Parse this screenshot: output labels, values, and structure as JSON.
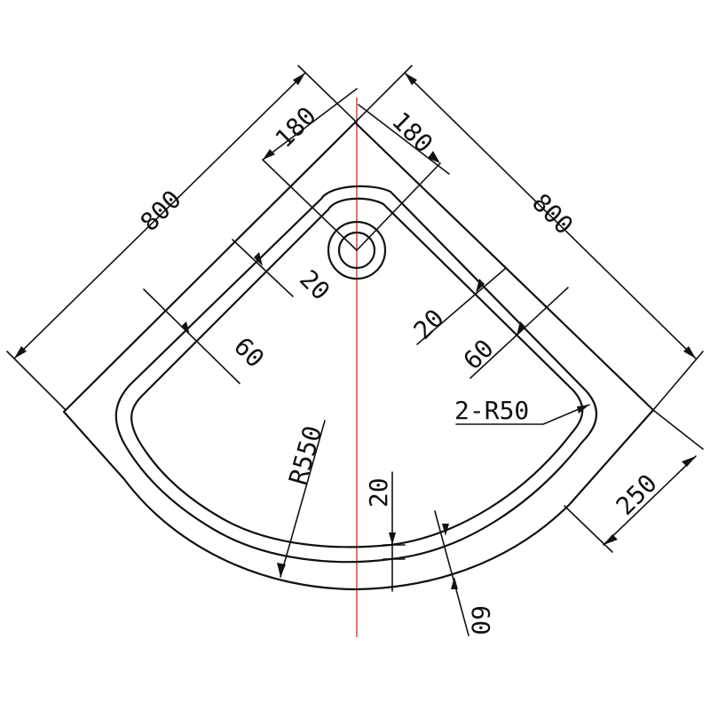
{
  "colors": {
    "line": "#111111",
    "centerline": "#e03030",
    "background": "#ffffff"
  },
  "dimensions": {
    "width_left": "800",
    "width_right": "800",
    "drain_offset_left": "180",
    "drain_offset_right": "180",
    "rim_left": "20",
    "rim_right": "20",
    "rim_bottom": "20",
    "wall_left": "60",
    "wall_right": "60",
    "wall_bottom": "60",
    "corner_radius": "2-R50",
    "front_radius": "R550",
    "side_length": "250"
  }
}
